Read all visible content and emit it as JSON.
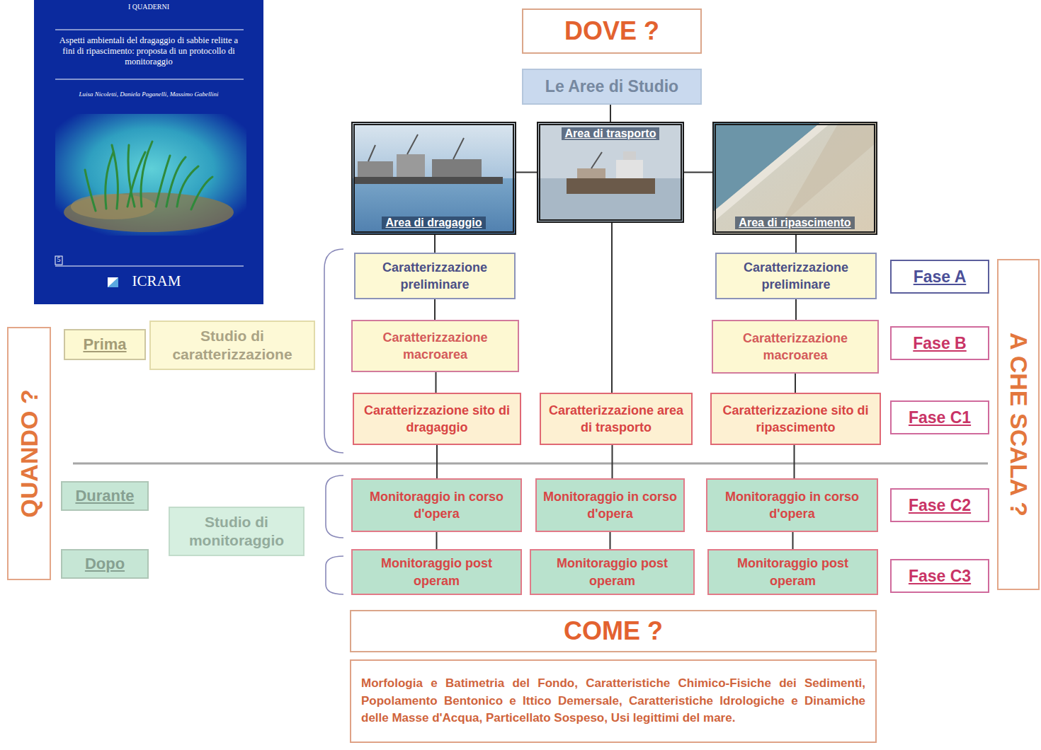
{
  "diagram": {
    "nodes": [
      {
        "text": [
          "I QUADERNI",
          "Aspetti ambientali del dragaggio di sabbie relitte a fini di ripascimento: proposta di un protocollo di monitoraggio",
          "Luisa Nicoletti, Daniela Paganelli, Massimo Gabellini",
          "5",
          "ICRAM"
        ]
      },
      {
        "text": [
          "DOVE ?"
        ]
      },
      {
        "text": [
          "Le Aree di Studio"
        ]
      },
      {
        "text": [
          "Area di dragaggio"
        ]
      },
      {
        "text": [
          "Area di trasporto"
        ]
      },
      {
        "text": [
          "Area di ripascimento"
        ]
      },
      {
        "text": [
          "Caratterizzazione preliminare"
        ]
      },
      {
        "text": [
          "Caratterizzazione preliminare"
        ]
      },
      {
        "text": [
          "Fase A"
        ]
      },
      {
        "text": [
          "A CHE SCALA ?"
        ]
      },
      {
        "text": [
          "QUANDO ?"
        ]
      },
      {
        "text": [
          "Prima"
        ]
      },
      {
        "text": [
          "Studio di caratterizzazione"
        ]
      },
      {
        "text": [
          "Caratterizzazione macroarea"
        ]
      },
      {
        "text": [
          "Caratterizzazione macroarea"
        ]
      },
      {
        "text": [
          "Fase B"
        ]
      },
      {
        "text": [
          "Caratterizzazione sito di dragaggio"
        ]
      },
      {
        "text": [
          "Caratterizzazione area di trasporto"
        ]
      },
      {
        "text": [
          "Caratterizzazione sito di ripascimento"
        ]
      },
      {
        "text": [
          "Fase C1"
        ]
      },
      {
        "text": [
          "Durante"
        ]
      },
      {
        "text": [
          "Studio di monitoraggio"
        ]
      },
      {
        "text": [
          "Monitoraggio in corso d'opera"
        ]
      },
      {
        "text": [
          "Monitoraggio in corso d'opera"
        ]
      },
      {
        "text": [
          "Monitoraggio in corso d'opera"
        ]
      },
      {
        "text": [
          "Fase C2"
        ]
      },
      {
        "text": [
          "Dopo"
        ]
      },
      {
        "text": [
          "Monitoraggio post operam"
        ]
      },
      {
        "text": [
          "Monitoraggio post operam"
        ]
      },
      {
        "text": [
          "Monitoraggio post operam"
        ]
      },
      {
        "text": [
          "Fase C3"
        ]
      },
      {
        "text": [
          "COME ?"
        ]
      },
      {
        "text": [
          "Morfologia e Batimetria del Fondo, Caratteristiche Chimico-Fisiche dei Sedimenti, Popolamento Bentonico e Ittico Demersale, Caratteristiche Idrologiche e Dinamiche delle Masse d'Acqua, Particellato Sospeso, Usi legittimi del mare."
        ]
      }
    ],
    "edges": [
      {
        "from": 2,
        "to": 4,
        "arrow": "none"
      },
      {
        "from": 3,
        "to": 4,
        "arrow": "none"
      },
      {
        "from": 4,
        "to": 5,
        "arrow": "none"
      },
      {
        "from": 3,
        "to": 6,
        "arrow": "none"
      },
      {
        "from": 6,
        "to": 13,
        "arrow": "none"
      },
      {
        "from": 13,
        "to": 16,
        "arrow": "none"
      },
      {
        "from": 16,
        "to": 22,
        "arrow": "none"
      },
      {
        "from": 22,
        "to": 27,
        "arrow": "none"
      },
      {
        "from": 4,
        "to": 17,
        "arrow": "none"
      },
      {
        "from": 17,
        "to": 23,
        "arrow": "none"
      },
      {
        "from": 23,
        "to": 28,
        "arrow": "none"
      },
      {
        "from": 5,
        "to": 7,
        "arrow": "none"
      },
      {
        "from": 7,
        "to": 14,
        "arrow": "none"
      },
      {
        "from": 14,
        "to": 18,
        "arrow": "none"
      },
      {
        "from": 18,
        "to": 24,
        "arrow": "none"
      },
      {
        "from": 24,
        "to": 29,
        "arrow": "none"
      }
    ]
  }
}
